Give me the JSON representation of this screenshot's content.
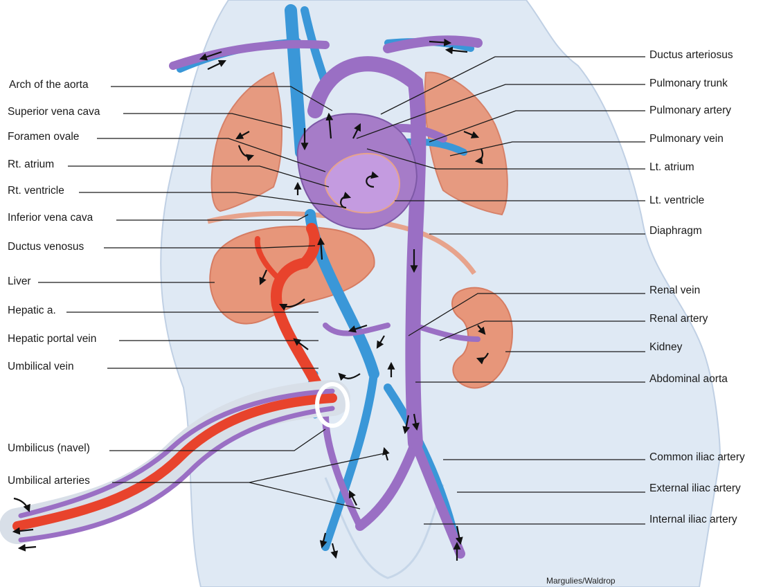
{
  "diagram": {
    "left_labels": [
      "Arch of the aorta",
      "Superior vena cava",
      "Foramen ovale",
      "Rt. atrium",
      "Rt. ventricle",
      "Inferior vena cava",
      "Ductus venosus",
      "Liver",
      "Hepatic a.",
      "Hepatic portal vein",
      "Umbilical vein",
      "Umbilicus (navel)",
      "Umbilical arteries"
    ],
    "right_labels": [
      "Ductus arteriosus",
      "Pulmonary trunk",
      "Pulmonary artery",
      "Pulmonary vein",
      "Lt. atrium",
      "Lt. ventricle",
      "Diaphragm",
      "Renal vein",
      "Renal artery",
      "Kidney",
      "Abdominal aorta",
      "Common iliac artery",
      "External iliac artery",
      "Internal iliac artery"
    ],
    "credit": "Margulies/Waldrop"
  },
  "colors": {
    "body_fill": "#dfe9f4",
    "body_shade": "#c6d6e8",
    "vein_blue": "#3a97d8",
    "artery_purple": "#9a6fc4",
    "oxygenated_red": "#e8432c",
    "organ_salmon": "#e7967a",
    "organ_outline": "#d67c62",
    "leader_line": "#1a1a1a"
  }
}
